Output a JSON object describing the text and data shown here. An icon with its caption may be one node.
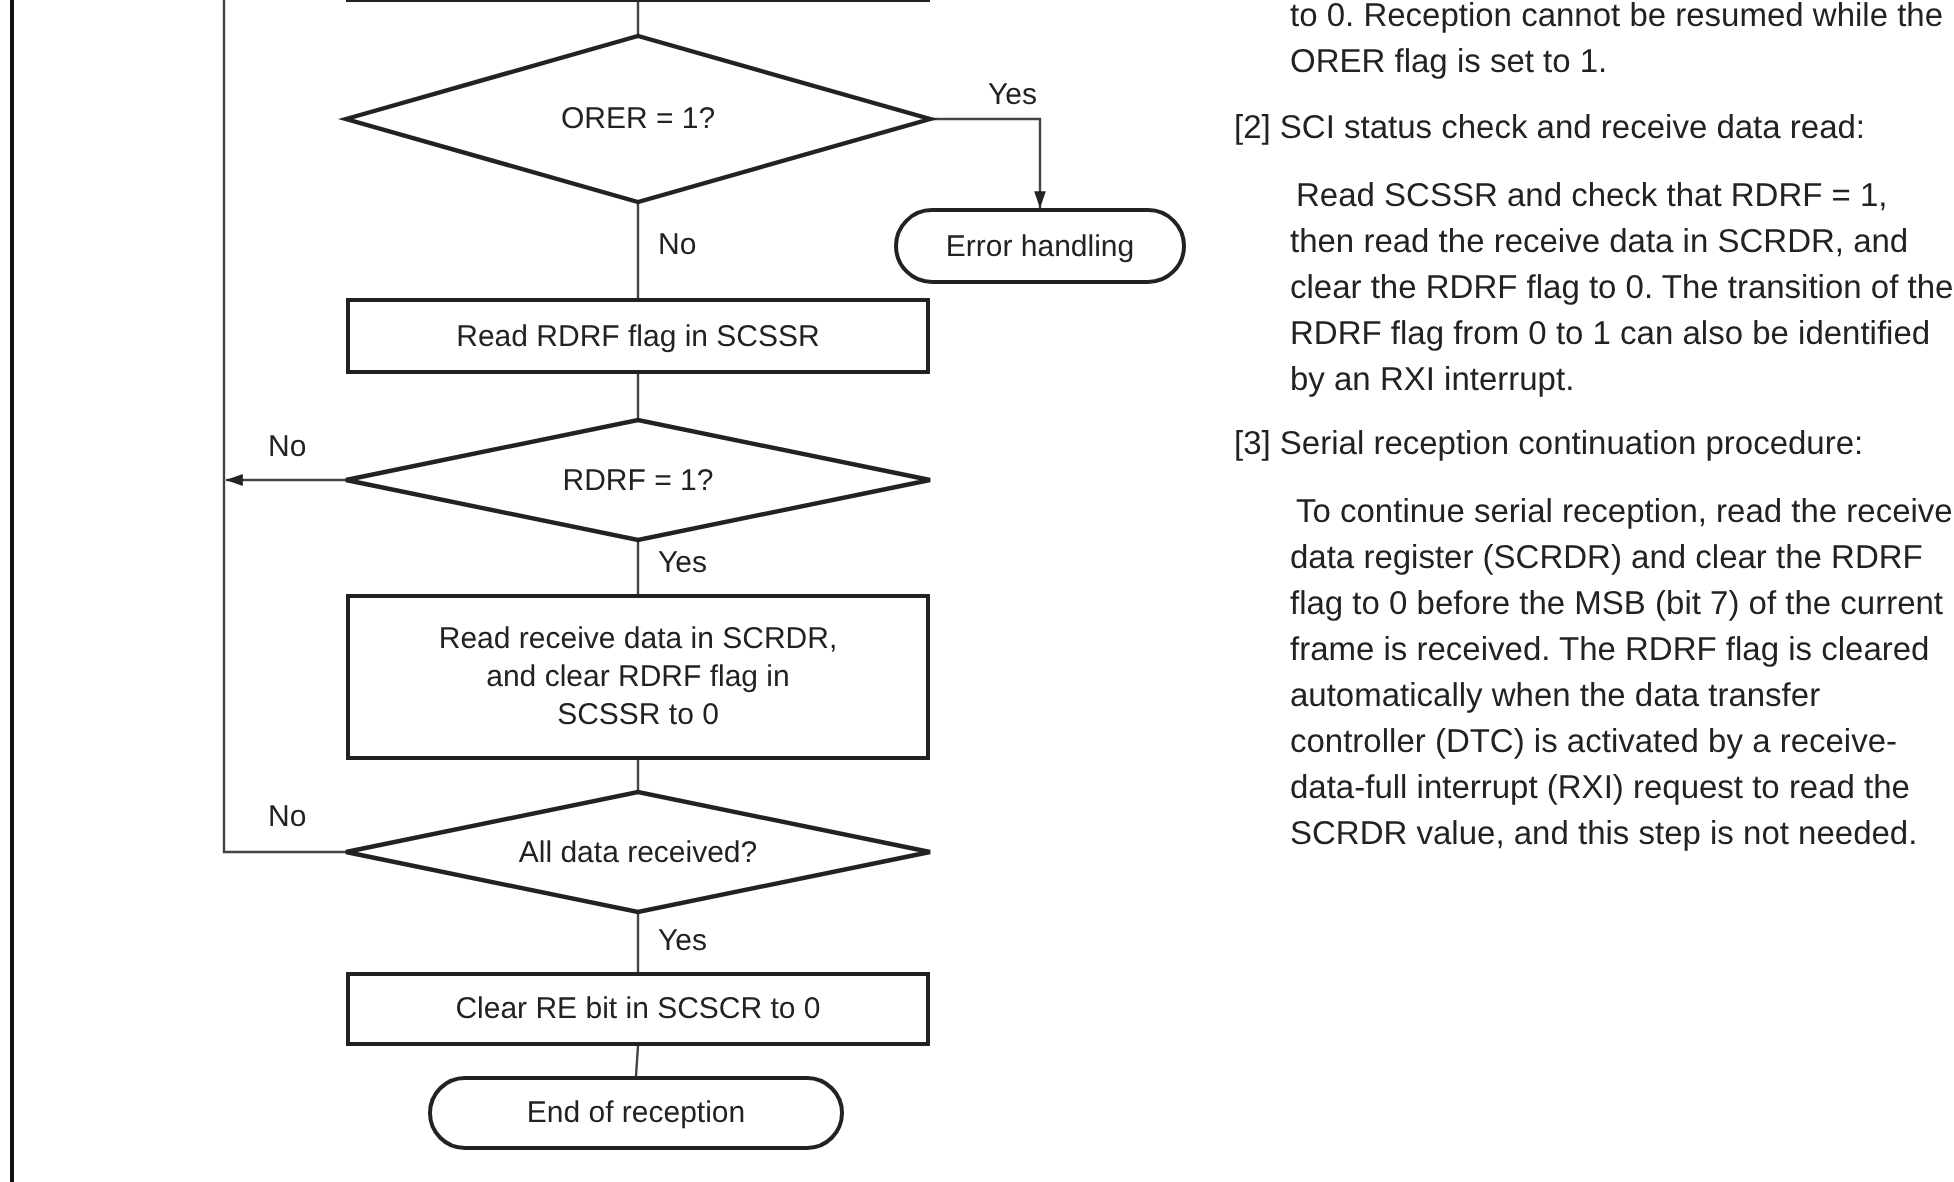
{
  "diagram": {
    "nodes": [
      {
        "text": [],
        "shape": "box"
      },
      {
        "text": [
          "ORER = 1?"
        ]
      },
      {
        "text": [
          "Error handling"
        ]
      },
      {
        "text": [
          "Read RDRF flag in SCSSR"
        ]
      },
      {
        "text": [
          "RDRF = 1?"
        ]
      },
      {
        "text": [
          "Read receive data in SCRDR, and clear RDRF flag in SCSSR to 0"
        ]
      },
      {
        "text": [
          "All data received?"
        ]
      },
      {
        "text": [
          "Clear RE bit in SCSCR to 0"
        ]
      },
      {
        "text": [
          "End of reception"
        ]
      }
    ],
    "edges": [
      {
        "from": 0,
        "to": 1,
        "arrow": "none"
      },
      {
        "from": 1,
        "to": 2,
        "arrow": "to",
        "label": "Yes"
      },
      {
        "from": 1,
        "to": 3,
        "arrow": "none",
        "label": "No"
      },
      {
        "from": 3,
        "to": 4,
        "arrow": "none"
      },
      {
        "from": 4,
        "to": null,
        "arrow": "to",
        "label": "No"
      },
      {
        "from": 4,
        "to": 5,
        "arrow": "none",
        "label": "Yes"
      },
      {
        "from": 5,
        "to": 6,
        "arrow": "none"
      },
      {
        "from": 6,
        "to": null,
        "arrow": "none",
        "label": "No"
      },
      {
        "from": 6,
        "to": 7,
        "arrow": "none",
        "label": "Yes"
      },
      {
        "from": 7,
        "to": 8,
        "arrow": "none"
      }
    ],
    "labels": [
      "to 0. Reception cannot be resumed while the ORER flag is set to 1.",
      "[2] SCI status check and receive data read:",
      "Read SCSSR and check that RDRF = 1, then read the receive data in SCRDR, and clear the RDRF flag to 0. The transition of the RDRF flag from 0 to 1 can also be identified by an RXI interrupt.",
      "[3] Serial reception continuation procedure:",
      "To continue serial reception, read the receive data register (SCRDR) and clear the RDRF flag to 0 before the MSB (bit 7) of the current frame is received. The RDRF flag is cleared automatically when the data transfer controller (DTC) is activated by a receive-data-full interrupt (RXI) request to read the SCRDR value, and this step is not needed."
    ]
  }
}
